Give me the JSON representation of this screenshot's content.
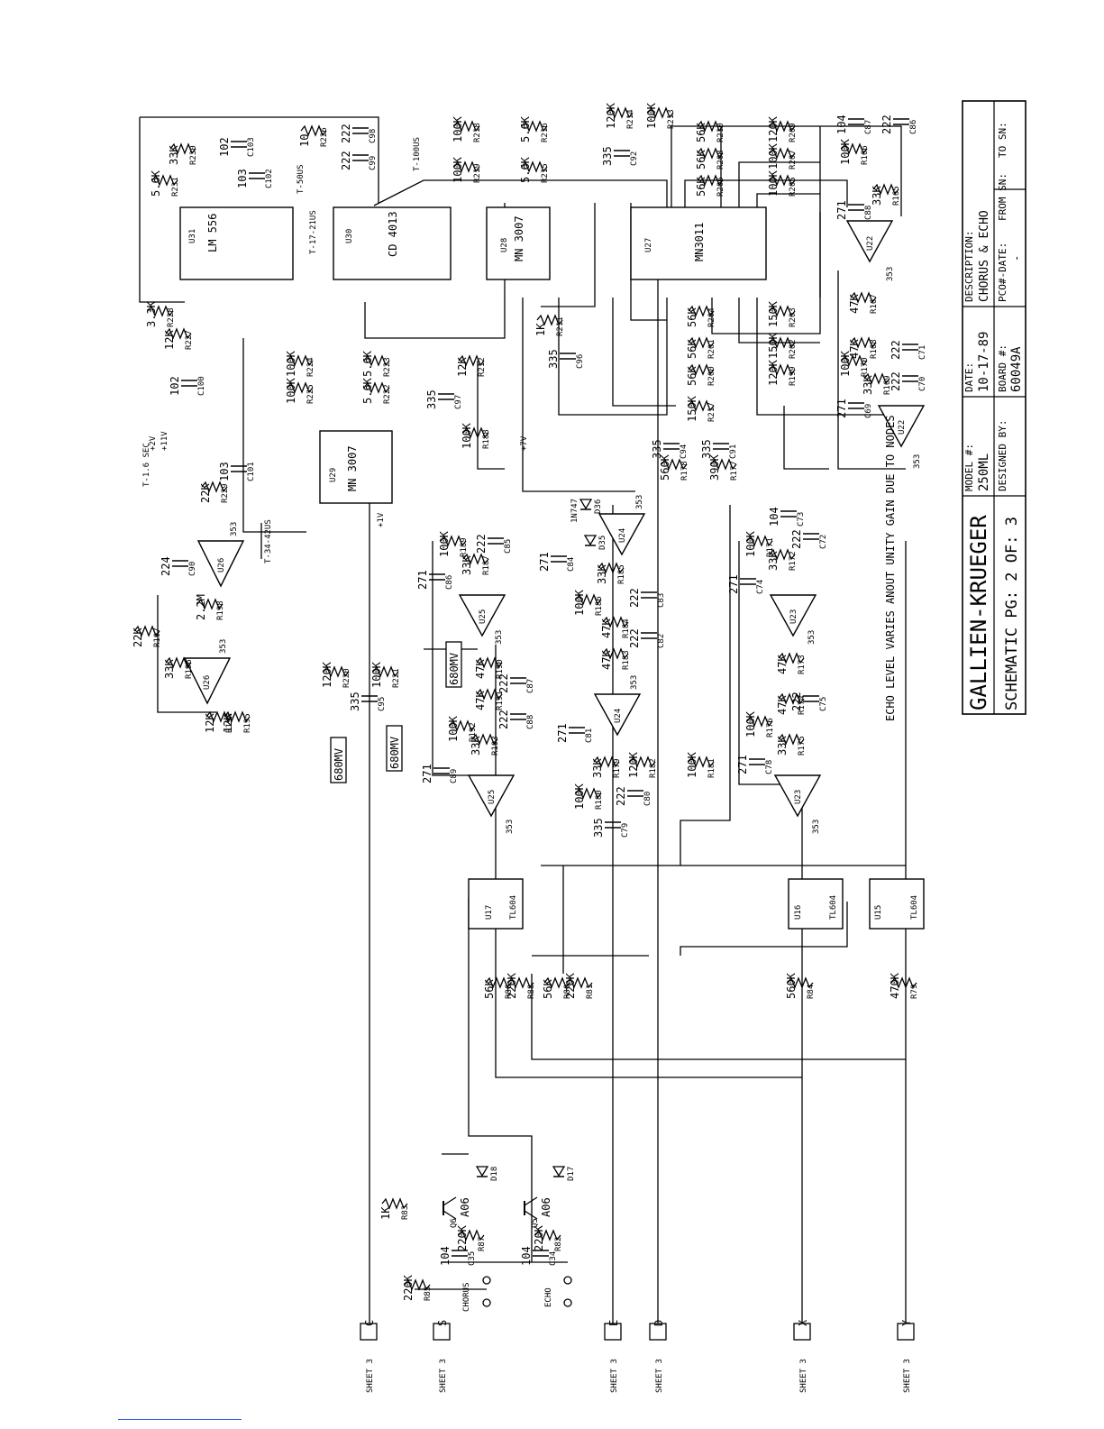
{
  "title_block": {
    "company": "GALLIEN-KRUEGER",
    "schematic_page": "SCHEMATIC PG: 2 OF: 3",
    "model_label": "MODEL #:",
    "model_value": "250ML",
    "date_label": "DATE:",
    "date_value": "10-17-89",
    "description_label": "DESCRIPTION:",
    "description_value": "CHORUS & ECHO",
    "designed_by_label": "DESIGNED BY:",
    "board_label": "BOARD #:",
    "board_value": "60049A",
    "pco_label": "PCO#-DATE:",
    "pco_value": "-",
    "from_sn_label": "FROM SN:",
    "to_sn_label": "TO SN:"
  },
  "note": "ECHO LEVEL VARIES ANOUT UNITY GAIN DUE TO NODES",
  "offsheet": [
    {
      "sheet": "SHEET 3",
      "node": "C"
    },
    {
      "sheet": "SHEET 3",
      "node": "S"
    },
    {
      "sheet": "SHEET 3",
      "node": "E"
    },
    {
      "sheet": "SHEET 3",
      "node": "D"
    },
    {
      "sheet": "SHEET 3",
      "node": "X"
    },
    {
      "sheet": "SHEET 3",
      "node": "Y"
    }
  ],
  "ics": [
    {
      "ref": "U31",
      "part": "LM 556"
    },
    {
      "ref": "U30",
      "part": "CD 4013"
    },
    {
      "ref": "U28",
      "part": "MN 3007"
    },
    {
      "ref": "U27",
      "part": "MN3011"
    },
    {
      "ref": "U29",
      "part": "MN 3007"
    },
    {
      "ref": "U17",
      "part": "TL604"
    },
    {
      "ref": "U16",
      "part": "TL604"
    },
    {
      "ref": "U15",
      "part": "TL604"
    }
  ],
  "opamps": [
    {
      "ref": "U26",
      "part": "353"
    },
    {
      "ref": "U26",
      "part": "353"
    },
    {
      "ref": "U25",
      "part": "353"
    },
    {
      "ref": "U25",
      "part": "353"
    },
    {
      "ref": "U24",
      "part": "353"
    },
    {
      "ref": "U24",
      "part": "353"
    },
    {
      "ref": "U23",
      "part": "353"
    },
    {
      "ref": "U23",
      "part": "353"
    },
    {
      "ref": "U22",
      "part": "353"
    },
    {
      "ref": "U22",
      "part": "353"
    }
  ],
  "switches": [
    "CHORUS",
    "ECHO"
  ],
  "annotations": [
    "T-1.6 SEC",
    "T-34-42US",
    "T-17-21US",
    "T-50US",
    "T-100US",
    "680MV",
    "680MV",
    "680MV",
    "+11V",
    "+2V",
    "+7V",
    "+1V"
  ],
  "resistors": [
    {
      "ref": "R228",
      "value": "3.3K"
    },
    {
      "ref": "R227",
      "value": "12K"
    },
    {
      "ref": "R231",
      "value": "5.6K"
    },
    {
      "ref": "R230",
      "value": "33K"
    },
    {
      "ref": "R226",
      "value": "10"
    },
    {
      "ref": "R229",
      "value": "22K"
    },
    {
      "ref": "R224",
      "value": "100K"
    },
    {
      "ref": "R223",
      "value": "5.6K"
    },
    {
      "ref": "R225",
      "value": "100K"
    },
    {
      "ref": "R222",
      "value": "5.6K"
    },
    {
      "ref": "R212",
      "value": "12K"
    },
    {
      "ref": "R211",
      "value": "1K"
    },
    {
      "ref": "R218",
      "value": "100K"
    },
    {
      "ref": "R216",
      "value": "5.6K"
    },
    {
      "ref": "R219",
      "value": "100K"
    },
    {
      "ref": "R215",
      "value": "5.6K"
    },
    {
      "ref": "R214",
      "value": "120K"
    },
    {
      "ref": "R213",
      "value": "100K"
    },
    {
      "ref": "R210",
      "value": "56K"
    },
    {
      "ref": "R209",
      "value": "120K"
    },
    {
      "ref": "R208",
      "value": "56K"
    },
    {
      "ref": "R207",
      "value": "100K"
    },
    {
      "ref": "R206",
      "value": "56K"
    },
    {
      "ref": "R205",
      "value": "100K"
    },
    {
      "ref": "R204",
      "value": "56K"
    },
    {
      "ref": "R203",
      "value": "150K"
    },
    {
      "ref": "R201",
      "value": "56K"
    },
    {
      "ref": "R202",
      "value": "150K"
    },
    {
      "ref": "R200",
      "value": "56K"
    },
    {
      "ref": "R199",
      "value": "120K"
    },
    {
      "ref": "R217",
      "value": "150K"
    },
    {
      "ref": "R178",
      "value": "560K"
    },
    {
      "ref": "R177",
      "value": "390K"
    },
    {
      "ref": "R166",
      "value": "100K"
    },
    {
      "ref": "R165",
      "value": "33K"
    },
    {
      "ref": "R167",
      "value": "47K"
    },
    {
      "ref": "R168",
      "value": "47K"
    },
    {
      "ref": "R170",
      "value": "100K"
    },
    {
      "ref": "R169",
      "value": "33K"
    },
    {
      "ref": "R171",
      "value": "100K"
    },
    {
      "ref": "R172",
      "value": "33K"
    },
    {
      "ref": "R173",
      "value": "47K"
    },
    {
      "ref": "R174",
      "value": "47K"
    },
    {
      "ref": "R176",
      "value": "100K"
    },
    {
      "ref": "R175",
      "value": "33K"
    },
    {
      "ref": "R188",
      "value": "100K"
    },
    {
      "ref": "R189",
      "value": "100K"
    },
    {
      "ref": "R187",
      "value": "33K"
    },
    {
      "ref": "R186",
      "value": "100K"
    },
    {
      "ref": "R185",
      "value": "33K"
    },
    {
      "ref": "R184",
      "value": "47K"
    },
    {
      "ref": "R183",
      "value": "47K"
    },
    {
      "ref": "R190",
      "value": "47K"
    },
    {
      "ref": "R191",
      "value": "47K"
    },
    {
      "ref": "R192",
      "value": "100K"
    },
    {
      "ref": "R193",
      "value": "33K"
    },
    {
      "ref": "R182",
      "value": "120K"
    },
    {
      "ref": "R181",
      "value": "100K"
    },
    {
      "ref": "R180",
      "value": "100K"
    },
    {
      "ref": "R179",
      "value": "33K"
    },
    {
      "ref": "R197",
      "value": "22K"
    },
    {
      "ref": "R198",
      "value": "2.2M"
    },
    {
      "ref": "R196",
      "value": "33K"
    },
    {
      "ref": "R194",
      "value": "12K"
    },
    {
      "ref": "R195",
      "value": "12K"
    },
    {
      "ref": "R220",
      "value": "120K"
    },
    {
      "ref": "R221",
      "value": "100K"
    },
    {
      "ref": "R86",
      "value": "56K"
    },
    {
      "ref": "R88",
      "value": "220K"
    },
    {
      "ref": "R80",
      "value": "56K"
    },
    {
      "ref": "R81",
      "value": "220K"
    },
    {
      "ref": "R84",
      "value": "560K"
    },
    {
      "ref": "R79",
      "value": "470K"
    },
    {
      "ref": "R83",
      "value": "1K"
    },
    {
      "ref": "R87",
      "value": "220K"
    },
    {
      "ref": "R82",
      "value": "220K"
    },
    {
      "ref": "R85",
      "value": "220K"
    }
  ],
  "capacitors": [
    {
      "ref": "C100",
      "value": "102"
    },
    {
      "ref": "C101",
      "value": "103"
    },
    {
      "ref": "C103",
      "value": "102"
    },
    {
      "ref": "C102",
      "value": "103"
    },
    {
      "ref": "C98",
      "value": "222"
    },
    {
      "ref": "C99",
      "value": "222"
    },
    {
      "ref": "C97",
      "value": "335"
    },
    {
      "ref": "C96",
      "value": "335"
    },
    {
      "ref": "C92",
      "value": "335"
    },
    {
      "ref": "C87",
      "value": "104"
    },
    {
      "ref": "C86",
      "value": "222"
    },
    {
      "ref": "C88",
      "value": "271"
    },
    {
      "ref": "C94",
      "value": "335"
    },
    {
      "ref": "C91",
      "value": "335"
    },
    {
      "ref": "C73",
      "value": "104"
    },
    {
      "ref": "C69",
      "value": "271"
    },
    {
      "ref": "C70",
      "value": "222"
    },
    {
      "ref": "C71",
      "value": "222"
    },
    {
      "ref": "C74",
      "value": "271"
    },
    {
      "ref": "C72",
      "value": "222"
    },
    {
      "ref": "C75",
      "value": "222"
    },
    {
      "ref": "C78",
      "value": "271"
    },
    {
      "ref": "C85",
      "value": "222"
    },
    {
      "ref": "C86",
      "value": "271"
    },
    {
      "ref": "C84",
      "value": "271"
    },
    {
      "ref": "C83",
      "value": "222"
    },
    {
      "ref": "C82",
      "value": "222"
    },
    {
      "ref": "C87",
      "value": "222"
    },
    {
      "ref": "C88",
      "value": "222"
    },
    {
      "ref": "C89",
      "value": "271"
    },
    {
      "ref": "C81",
      "value": "271"
    },
    {
      "ref": "C80",
      "value": "222"
    },
    {
      "ref": "C79",
      "value": "335"
    },
    {
      "ref": "C90",
      "value": "224"
    },
    {
      "ref": "C95",
      "value": "335"
    },
    {
      "ref": "C35",
      "value": "104"
    },
    {
      "ref": "C34",
      "value": "104"
    }
  ],
  "diodes": [
    {
      "ref": "D35",
      "value": ""
    },
    {
      "ref": "D36",
      "value": "1N747"
    },
    {
      "ref": "D18",
      "value": ""
    },
    {
      "ref": "D17",
      "value": ""
    }
  ],
  "transistors": [
    {
      "ref": "Q6",
      "part": "A06"
    },
    {
      "ref": "Q5",
      "part": "A06"
    }
  ]
}
